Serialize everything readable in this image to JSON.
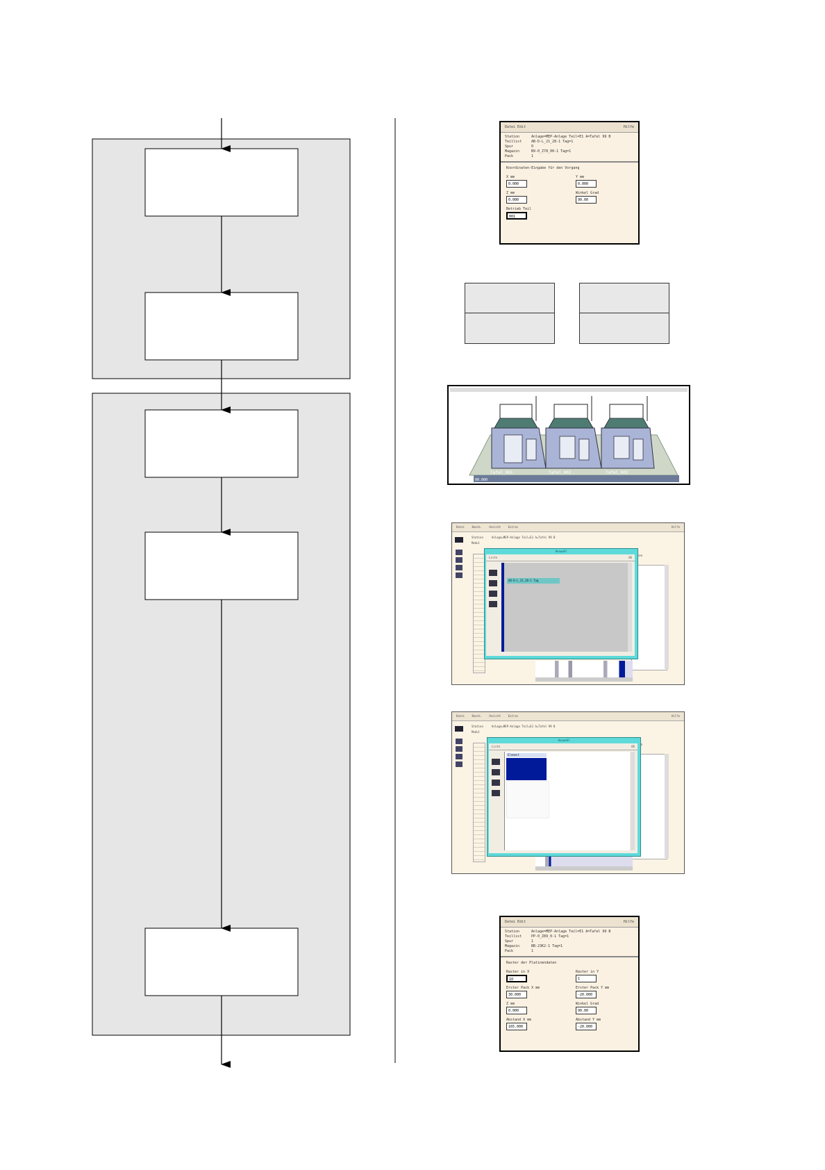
{
  "flow": {
    "arrows": [
      "in",
      "group-link",
      "out"
    ],
    "groups": [
      {
        "name": "upper",
        "steps": [
          {
            "label": ""
          },
          {
            "label": ""
          }
        ]
      },
      {
        "name": "lower",
        "steps": [
          {
            "label": ""
          },
          {
            "label": ""
          },
          {
            "label": ""
          }
        ]
      }
    ]
  },
  "dialog_top": {
    "menu_left": "Datei Edit",
    "menu_right": "Hilfe",
    "info": [
      {
        "k": "Station",
        "v": "Anlage=MEP-Anlage Teil=E1 A=Tafel 99 B"
      },
      {
        "k": "Teillist",
        "v": "AB-D-L_21_28-1 Tag=1"
      },
      {
        "k": "Spur",
        "v": "0"
      },
      {
        "k": "Magazin",
        "v": "B9-0_Z78_00-1 Tag=1"
      },
      {
        "k": "Pack",
        "v": "1"
      }
    ],
    "section": "Koordinaten-Eingabe für den Vorgang",
    "fields": [
      {
        "label": "X mm",
        "value": "0.000",
        "selected": false
      },
      {
        "label": "Y mm",
        "value": "0.000",
        "selected": false
      },
      {
        "label": "Z mm",
        "value": "0.000",
        "selected": false
      },
      {
        "label": "Winkel Grad",
        "value": "90.00",
        "selected": false
      },
      {
        "label": "Betrieb Teil",
        "value": "001",
        "selected": true
      }
    ]
  },
  "view3d": {
    "labels": [
      "Tafel_001",
      "Tafel_002",
      "Tafel_003"
    ],
    "status": "00.000"
  },
  "app_window_1": {
    "menu": [
      "Datei",
      "Bearb.",
      "Ansicht",
      "Extras"
    ],
    "menu_right": "Hilfe",
    "station_label": "Station",
    "station_value": "Anlage=MEP-Anlage Teil=E1 A=Tafel 99 B",
    "sub_label": "Modul",
    "popup_title": "Auswahl",
    "popup_sub": "Liste",
    "popup_button": "OK",
    "highlight_text": "AB-D-L_21_28-1 Tag",
    "right_head": "Daten"
  },
  "app_window_2": {
    "menu": [
      "Datei",
      "Bearb.",
      "Ansicht",
      "Extras"
    ],
    "menu_right": "Hilfe",
    "station_label": "Station",
    "station_value": "Anlage=MEP-Anlage Teil=E1 A=Tafel 99 B",
    "sub_label": "Modul",
    "popup_title": "Auswahl",
    "popup_sub": "Liste",
    "popup_button": "OK",
    "list_head": "Element",
    "right_head": "Daten"
  },
  "dialog_bottom": {
    "menu_left": "Datei Edit",
    "menu_right": "Hilfe",
    "info": [
      {
        "k": "Station",
        "v": "Anlage=MEP-Anlage Teil=E1 A=Tafel 99 B"
      },
      {
        "k": "Teillist",
        "v": "PP-0_Z89_0-1 Tag=1"
      },
      {
        "k": "Spur",
        "v": "1"
      },
      {
        "k": "Magazin",
        "v": "BB-23K2-1 Tag=1"
      },
      {
        "k": "Pack",
        "v": "1"
      }
    ],
    "section": "Raster der Platinendaten",
    "fields": [
      {
        "label": "Raster in X",
        "value": "10",
        "selected": true
      },
      {
        "label": "Raster in Y",
        "value": "1",
        "selected": false
      },
      {
        "label": "Erster Pack X mm",
        "value": "30.000",
        "selected": false
      },
      {
        "label": "Erster Pack Y mm",
        "value": "-20.000",
        "selected": false
      },
      {
        "label": "Z mm",
        "value": "0.000",
        "selected": false
      },
      {
        "label": "Winkel Grad",
        "value": "90.00",
        "selected": false
      },
      {
        "label": "Abstand X mm",
        "value": "165.000",
        "selected": false
      },
      {
        "label": "Abstand Y mm",
        "value": "-20.000",
        "selected": false
      }
    ]
  },
  "colors": {
    "group_fill": "#e6e6e6",
    "dialog_bg": "#fbf1e2",
    "accent_cyan": "#5fdada",
    "selection_blue": "#001a9a"
  }
}
